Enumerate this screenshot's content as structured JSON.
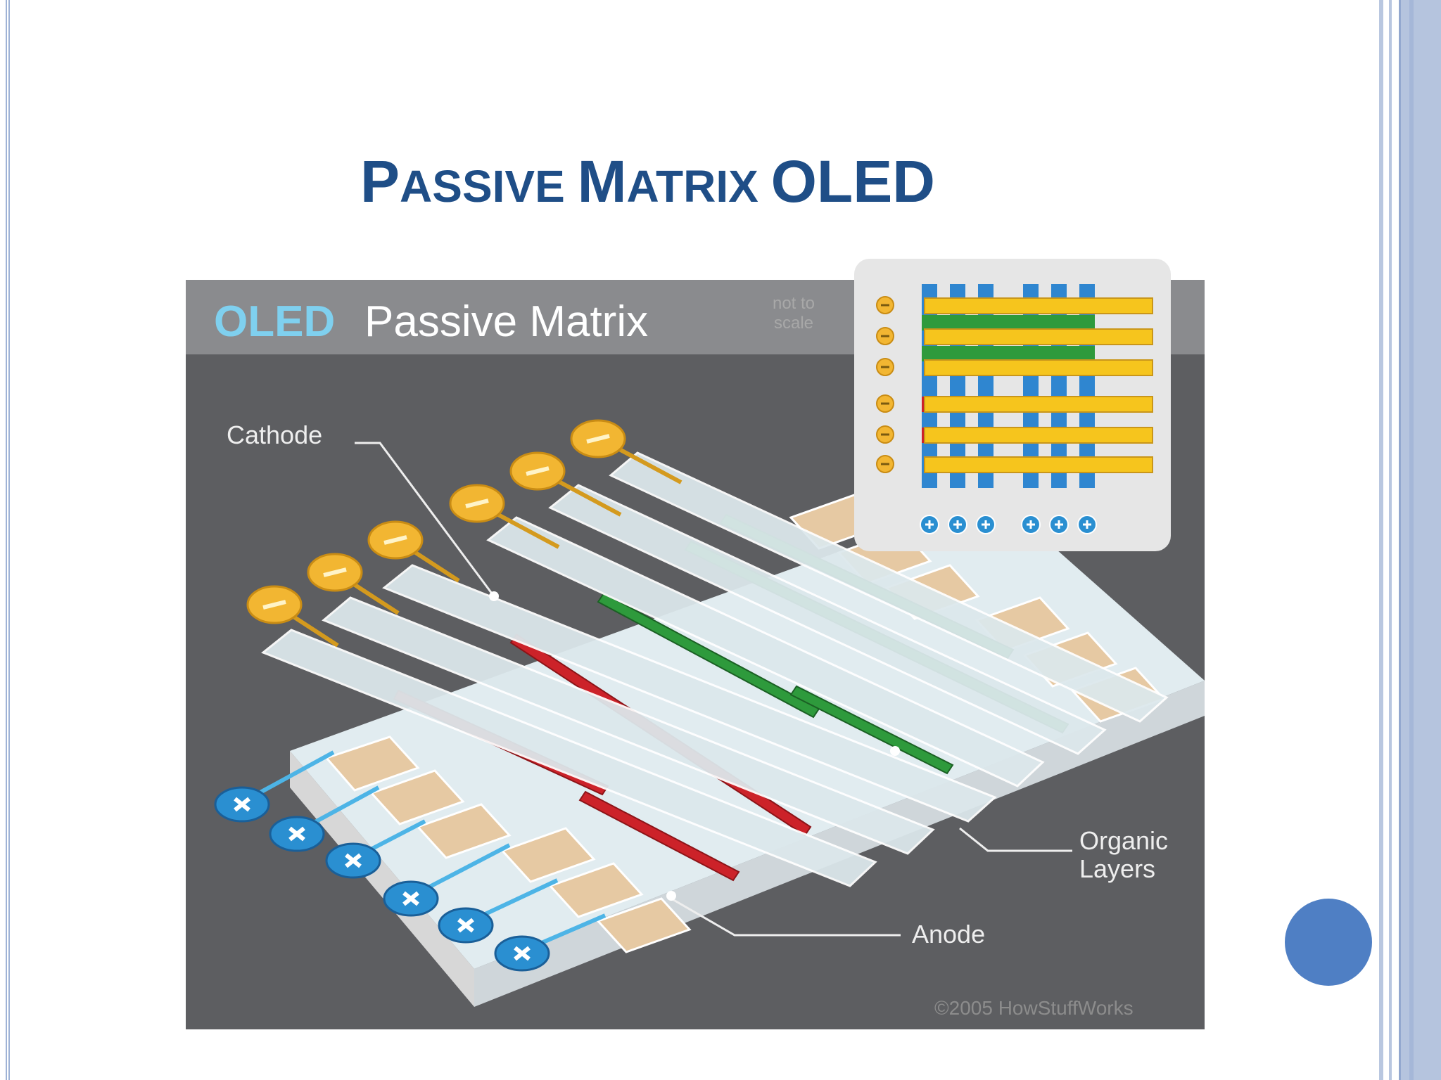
{
  "slide": {
    "title_parts": [
      {
        "text": "P",
        "cls": "big"
      },
      {
        "text": "ASSIVE ",
        "cls": "sc"
      },
      {
        "text": "M",
        "cls": "big"
      },
      {
        "text": "ATRIX ",
        "cls": "sc"
      },
      {
        "text": "OLED",
        "cls": "big"
      }
    ]
  },
  "diagram": {
    "header_highlight": "OLED",
    "header_text": "Passive Matrix",
    "scale_note": "not to scale",
    "labels": {
      "cathode": "Cathode",
      "organic_line1": "Organic",
      "organic_line2": "Layers",
      "anode": "Anode",
      "copyright": "©2005 HowStuffWorks"
    },
    "colors": {
      "background": "#5d5e61",
      "header_band": "#8a8b8e",
      "cathode_strip": "#dce8ec",
      "anode_pad": "#e6c9a3",
      "red_layer": "#cc2229",
      "green_layer": "#2e9a3c",
      "negative_terminal": "#f2b632",
      "positive_terminal": "#2a8fd1",
      "inset_bar": "#f6c51d",
      "inset_column": "#2f86d0"
    },
    "terminal_icons": [
      "minus-icon",
      "plus-icon"
    ]
  }
}
